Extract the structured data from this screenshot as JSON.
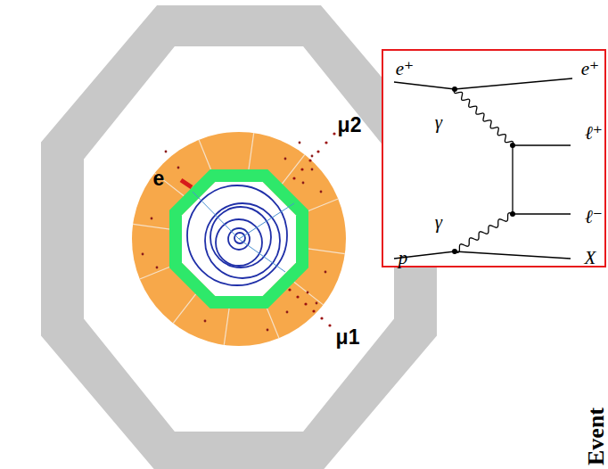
{
  "diagram": {
    "nodes": [
      {
        "text": [
          "e⁺",
          "e⁺",
          "γ",
          "ℓ⁺",
          "ℓ⁻",
          "γ",
          "p",
          "X"
        ]
      }
    ],
    "labels": [
      "e",
      "μ2",
      "μ1",
      "Event"
    ]
  }
}
